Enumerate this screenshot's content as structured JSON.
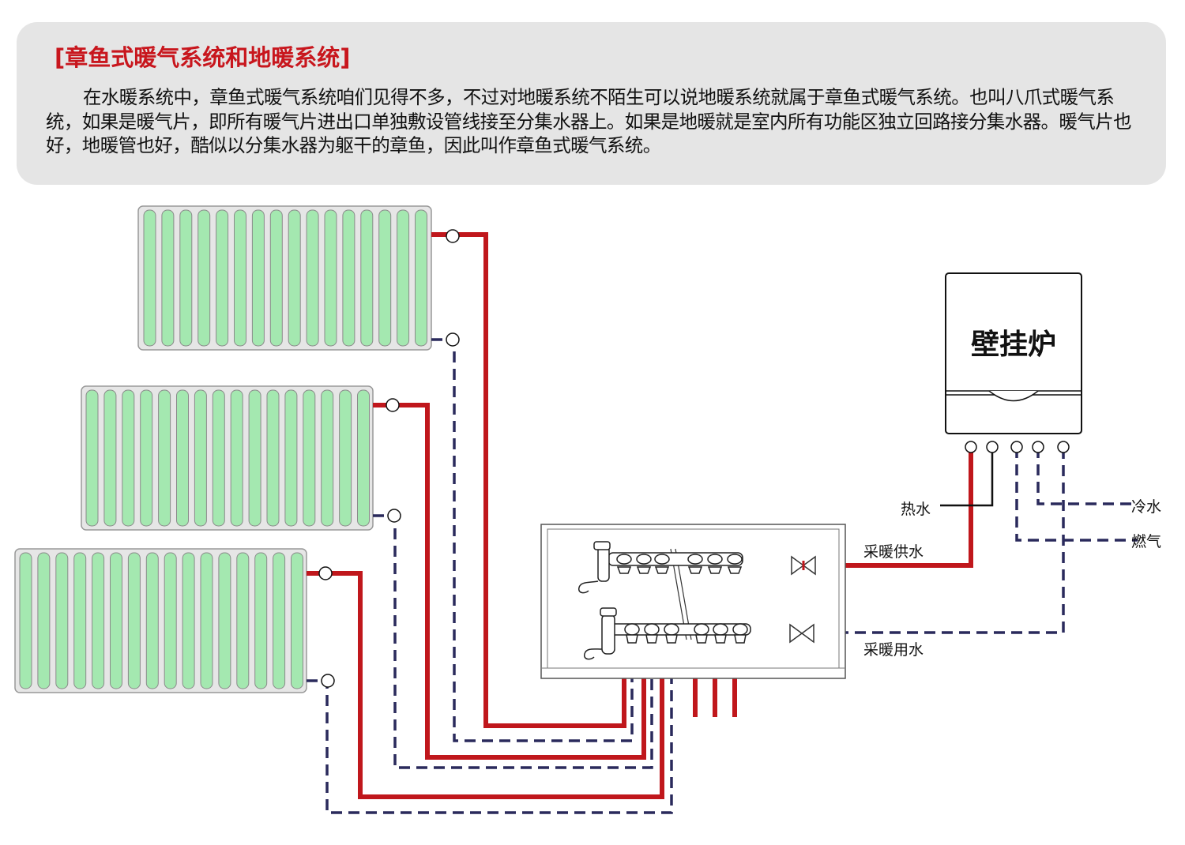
{
  "intro": {
    "title": "[章鱼式暖气系统和地暖系统]",
    "body": "在水暖系统中，章鱼式暖气系统咱们见得不多，不过对地暖系统不陌生可以说地暖系统就属于章鱼式暖气系统。也叫八爪式暖气系统，如果是暖气片，即所有暖气片进出口单独敷设管线接至分集水器上。如果是地暖就是室内所有功能区独立回路接分集水器。暖气片也好，地暖管也好，酷似以分集水器为躯干的章鱼，因此叫作章鱼式暖气系统。"
  },
  "diagram": {
    "boiler": {
      "label": "壁挂炉"
    },
    "labels": {
      "hot_water": "热水",
      "cold_water": "冷水",
      "gas": "燃气",
      "heating_supply": "采暖供水",
      "heating_return": "采暖用水"
    },
    "colors": {
      "supply_pipe": "#c0171c",
      "return_pipe": "#2a2a5c",
      "radiator_fin": "#a4e8b0",
      "radiator_frame": "#e6e6e6",
      "title": "#c8161d",
      "box_background": "#e5e5e5"
    },
    "radiator_count": 3
  }
}
